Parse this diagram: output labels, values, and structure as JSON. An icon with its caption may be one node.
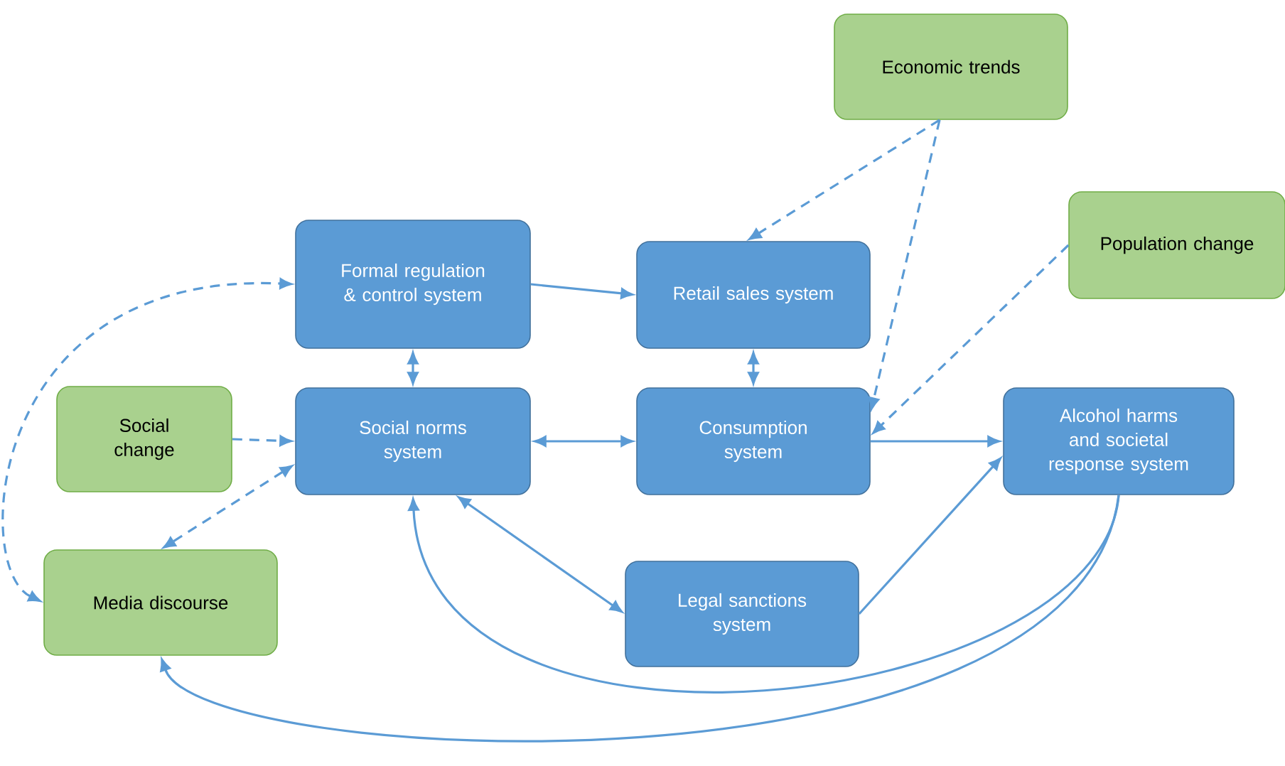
{
  "diagram": {
    "nodes": [
      {
        "text": [
          "Economic trends"
        ]
      },
      {
        "text": [
          "Population change"
        ]
      },
      {
        "text": [
          "Formal regulation & control system"
        ]
      },
      {
        "text": [
          "Retail sales system"
        ]
      },
      {
        "text": [
          "Social change"
        ]
      },
      {
        "text": [
          "Social norms system"
        ]
      },
      {
        "text": [
          "Consumption system"
        ]
      },
      {
        "text": [
          "Alcohol harms and societal response system"
        ]
      },
      {
        "text": [
          "Media discourse"
        ]
      },
      {
        "text": [
          "Legal sanctions system"
        ]
      }
    ],
    "edges": [
      {
        "from": 2,
        "to": 3,
        "arrow": "to"
      },
      {
        "from": 2,
        "to": 5,
        "arrow": "both"
      },
      {
        "from": 3,
        "to": 6,
        "arrow": "both"
      },
      {
        "from": 5,
        "to": 6,
        "arrow": "both"
      },
      {
        "from": 6,
        "to": 7,
        "arrow": "to"
      },
      {
        "from": 9,
        "to": 7,
        "arrow": "to"
      },
      {
        "from": 5,
        "to": 9,
        "arrow": "both"
      },
      {
        "from": 4,
        "to": 5,
        "arrow": "to",
        "style": "dashed"
      },
      {
        "from": 5,
        "to": 8,
        "arrow": "both",
        "style": "dashed"
      },
      {
        "from": 8,
        "to": 2,
        "arrow": "both",
        "style": "dashed"
      },
      {
        "from": 0,
        "to": 3,
        "arrow": "to",
        "style": "dashed"
      },
      {
        "from": 0,
        "to": 6,
        "arrow": "to",
        "style": "dashed"
      },
      {
        "from": 1,
        "to": 6,
        "arrow": "to",
        "style": "dashed"
      },
      {
        "from": 7,
        "to": 5,
        "arrow": "to"
      },
      {
        "from": 7,
        "to": 8,
        "arrow": "to"
      }
    ]
  }
}
